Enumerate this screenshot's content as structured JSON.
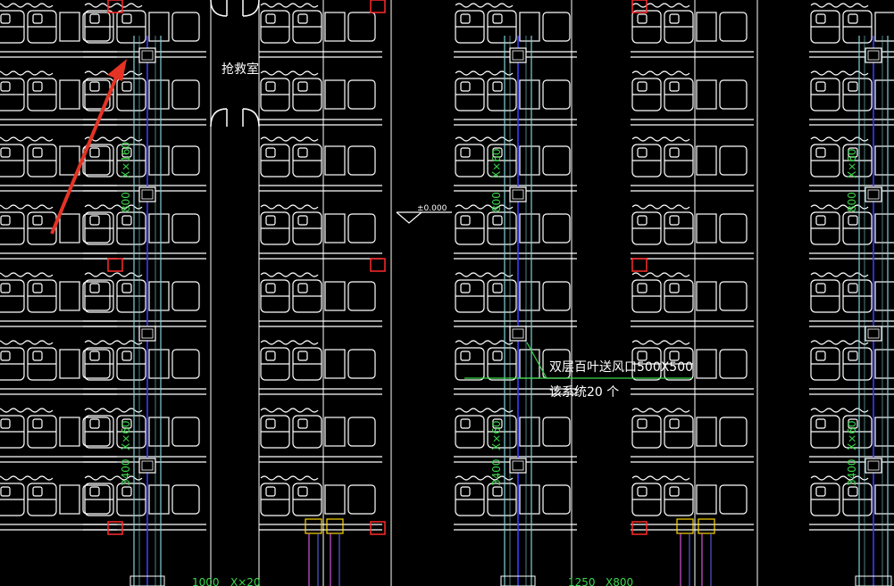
{
  "drawing": {
    "background": "#000000",
    "colors": {
      "furniture": "#ffffff",
      "duct": "#7fd3d8",
      "duct_center": "#3a3aff",
      "dimension": "#39d94a",
      "marker": "#ff2a2a",
      "arrow": "#e53325",
      "leader": "#39d94a",
      "equip": "#ffd700"
    },
    "room_label": "抢救室",
    "elevation_mark": "±0.000",
    "annotation": {
      "line1": "双层百叶送风口500X500",
      "line2": "该系统20  个"
    },
    "dim_labels": {
      "d1": "X×160",
      "d2": "800",
      "d3": "X×60",
      "d4": "3400",
      "d5": "X×60",
      "d6": "800",
      "d7": "X×60",
      "d8": "3400",
      "d9": "X×60",
      "d10": "800",
      "d11": "X×60",
      "d12": "3400"
    },
    "bottom_labels": {
      "b1": "1000",
      "b2": "X×20",
      "b3": "1250",
      "b4": "X800"
    },
    "icons": {
      "arrow": "red-pointer-arrow",
      "elevation": "elevation-triangle-icon"
    }
  }
}
